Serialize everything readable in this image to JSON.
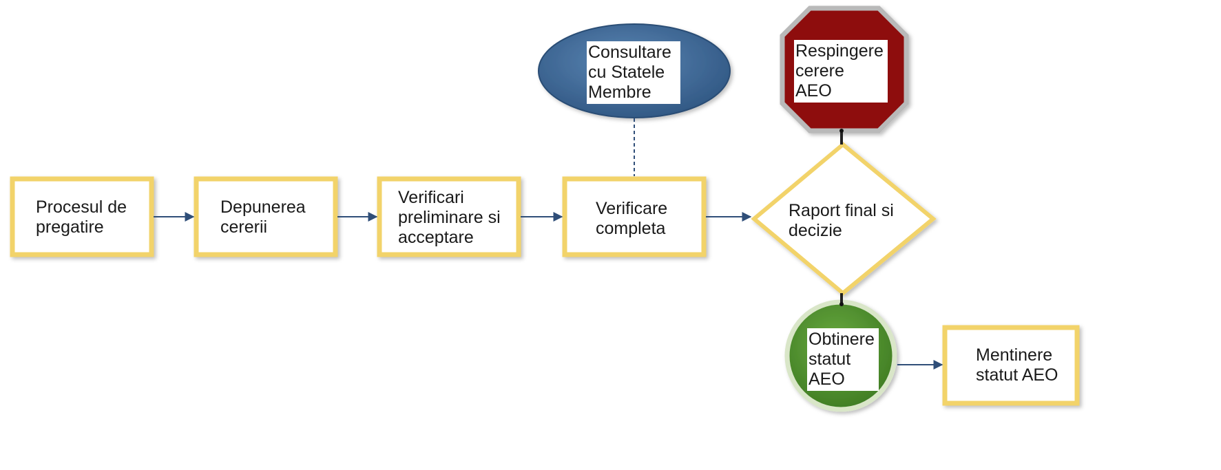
{
  "diagram": {
    "steps": {
      "pregatire": "Procesul de\npregatire",
      "depunere": "Depunerea\ncererii",
      "verificari_preliminare": "Verificari\npreliminare si\nacceptare",
      "verificare_completa": "Verificare\ncompleta",
      "raport_final": "Raport final si\ndecizie",
      "consultare": "Consultare\ncu Statele\nMembre",
      "respingere": "Respingere\ncerere\nAEO",
      "obtinere": "Obtinere\nstatut\nAEO",
      "mentinere": "Mentinere\nstatut AEO"
    },
    "colors": {
      "box_border": "#f2d36b",
      "box_border_dark": "#e0b93c",
      "arrow": "#2f4e78",
      "ellipse_fill": "#3f6a98",
      "octagon_fill": "#8e1111",
      "octagon_ring": "#b9b9b9",
      "circle_fill": "#4f8f2f",
      "circle_ring": "#d9e6c8"
    }
  }
}
